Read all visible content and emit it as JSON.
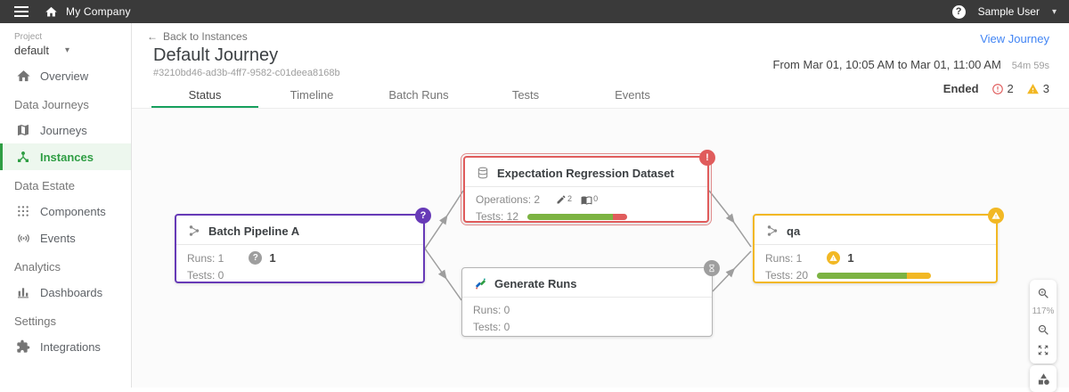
{
  "icons": {
    "caret": "▾",
    "back_arrow": "←",
    "help_glyph": "?"
  },
  "colors": {
    "topbar_bg": "#3a3a3a",
    "active_green": "#2f9e44",
    "tab_underline": "#17a05e",
    "link_blue": "#4285f4",
    "node_purple": "#673ab7",
    "node_red": "#e05c5c",
    "node_gray": "#b5b5b5",
    "node_amber": "#f2b824",
    "progress_green": "#7cb342"
  },
  "topbar": {
    "company": "My Company",
    "user": "Sample User"
  },
  "sidebar": {
    "project_label": "Project",
    "project_value": "default",
    "items": [
      {
        "label": "Overview"
      },
      {
        "header": "Data Journeys"
      },
      {
        "label": "Journeys"
      },
      {
        "label": "Instances",
        "active": true
      },
      {
        "header": "Data Estate"
      },
      {
        "label": "Components"
      },
      {
        "label": "Events"
      },
      {
        "header": "Analytics"
      },
      {
        "label": "Dashboards"
      },
      {
        "header": "Settings"
      },
      {
        "label": "Integrations"
      }
    ]
  },
  "header": {
    "back_label": "Back to Instances",
    "title": "Default Journey",
    "instance_id": "#3210bd46-ad3b-4ff7-9582-c01deea8168b",
    "view_journey": "View Journey",
    "time_range": "From Mar 01, 10:05 AM to Mar 01, 11:00 AM",
    "duration": "54m 59s",
    "status_label": "Ended",
    "error_count": "2",
    "warning_count": "3",
    "tabs": [
      {
        "label": "Status",
        "active": true
      },
      {
        "label": "Timeline"
      },
      {
        "label": "Batch Runs"
      },
      {
        "label": "Tests"
      },
      {
        "label": "Events"
      }
    ]
  },
  "canvas": {
    "nodes": [
      {
        "title": "Batch Pipeline A",
        "badge": "?",
        "runs_label": "Runs: 1",
        "runs_status_glyph": "?",
        "runs_status_count": "1",
        "tests_label": "Tests: 0"
      },
      {
        "title": "Expectation Regression Dataset",
        "badge": "!",
        "operations_label": "Operations: 2",
        "write_count": "2",
        "read_count": "0",
        "tests_label": "Tests: 12",
        "progress": [
          {
            "pct": 86,
            "color": "#7cb342"
          },
          {
            "pct": 14,
            "color": "#e05c5c"
          }
        ]
      },
      {
        "title": "Generate Runs",
        "badge": "hourglass",
        "runs_label": "Runs: 0",
        "tests_label": "Tests: 0"
      },
      {
        "title": "qa",
        "badge": "warning",
        "runs_label": "Runs: 1",
        "warn_count": "1",
        "tests_label": "Tests: 20",
        "progress": [
          {
            "pct": 79,
            "color": "#7cb342"
          },
          {
            "pct": 21,
            "color": "#f2b824"
          }
        ]
      }
    ]
  },
  "zoom_panel": {
    "level": "117%"
  }
}
